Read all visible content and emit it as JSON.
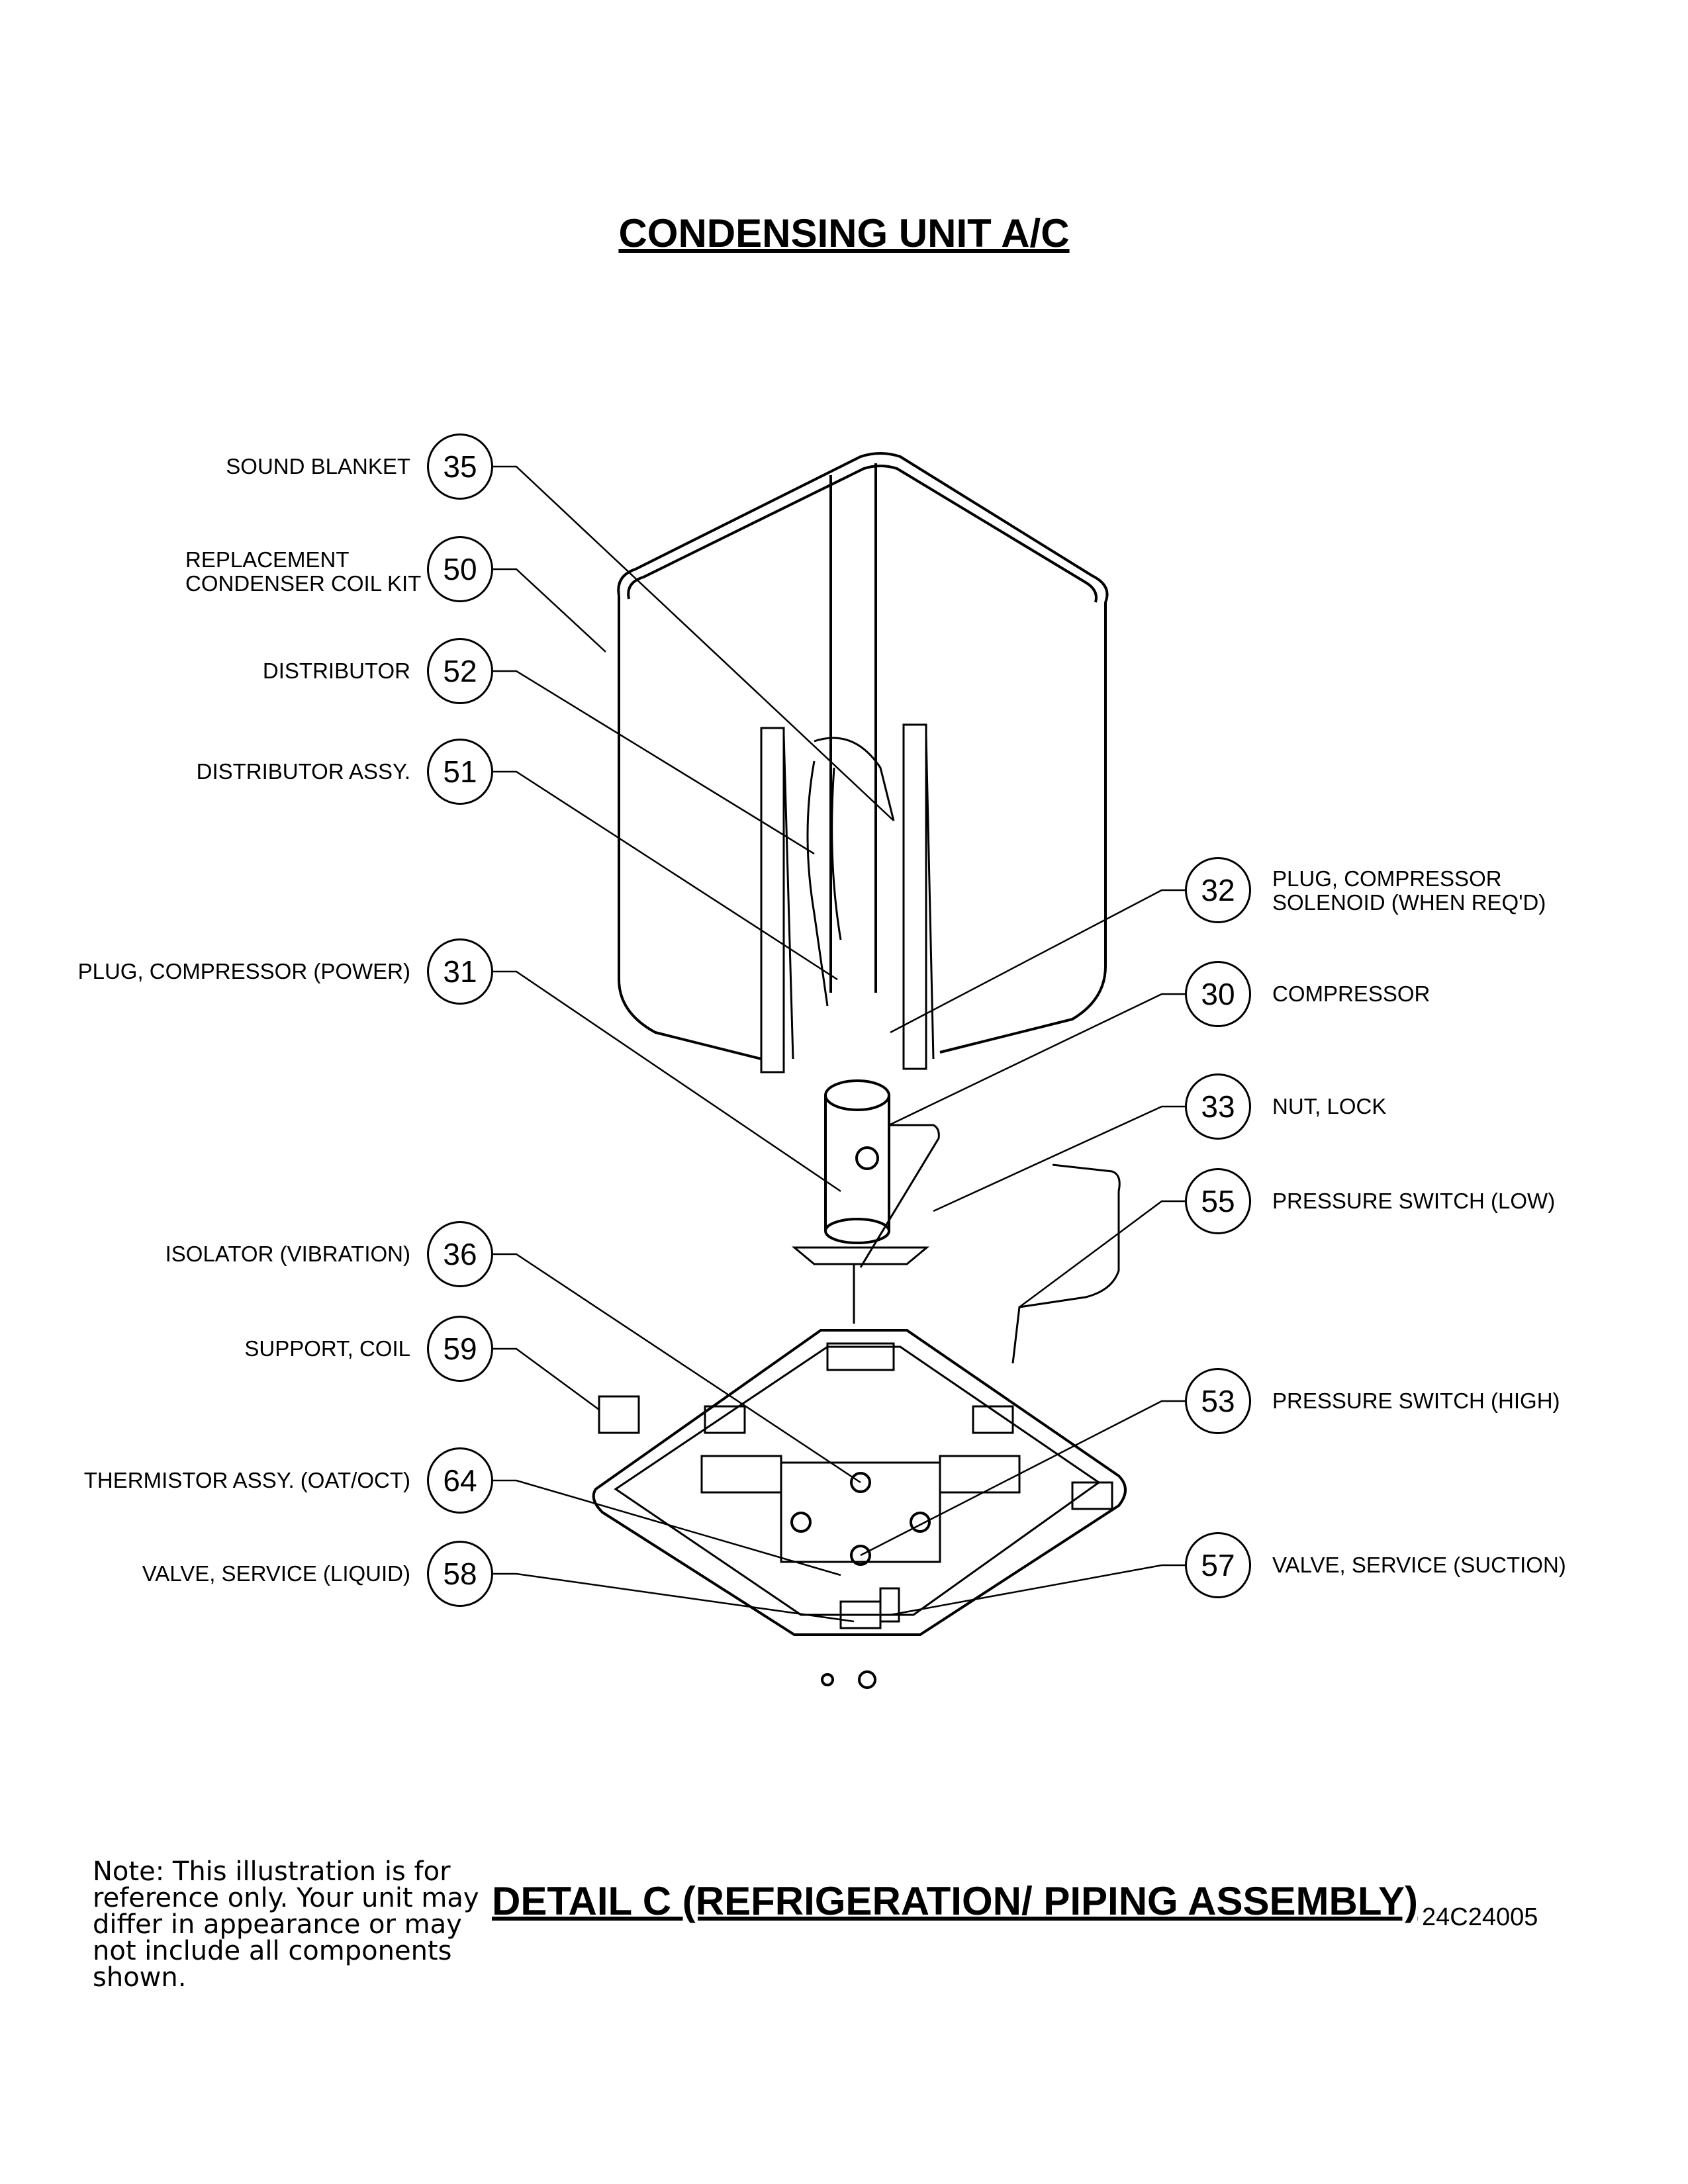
{
  "title": "CONDENSING UNIT A/C",
  "callouts_left": [
    {
      "num": "35",
      "label": "SOUND BLANKET"
    },
    {
      "num": "50",
      "label": "REPLACEMENT\nCONDENSER COIL KIT"
    },
    {
      "num": "52",
      "label": "DISTRIBUTOR"
    },
    {
      "num": "51",
      "label": "DISTRIBUTOR ASSY."
    },
    {
      "num": "31",
      "label": "PLUG, COMPRESSOR (POWER)"
    },
    {
      "num": "36",
      "label": "ISOLATOR (VIBRATION)"
    },
    {
      "num": "59",
      "label": "SUPPORT, COIL"
    },
    {
      "num": "64",
      "label": "THERMISTOR ASSY. (OAT/OCT)"
    },
    {
      "num": "58",
      "label": "VALVE, SERVICE (LIQUID)"
    }
  ],
  "callouts_right": [
    {
      "num": "32",
      "label": "PLUG, COMPRESSOR\nSOLENOID (WHEN REQ'D)"
    },
    {
      "num": "30",
      "label": "COMPRESSOR"
    },
    {
      "num": "33",
      "label": "NUT, LOCK"
    },
    {
      "num": "55",
      "label": "PRESSURE SWITCH (LOW)"
    },
    {
      "num": "53",
      "label": "PRESSURE SWITCH (HIGH)"
    },
    {
      "num": "57",
      "label": "VALVE, SERVICE (SUCTION)"
    }
  ],
  "note": "Note: This illustration is for reference only. Your unit may differ in appearance or may not include all components shown.",
  "detail_title": "DETAIL C (REFRIGERATION/ PIPING ASSEMBLY)",
  "doc_number": "24C24005"
}
